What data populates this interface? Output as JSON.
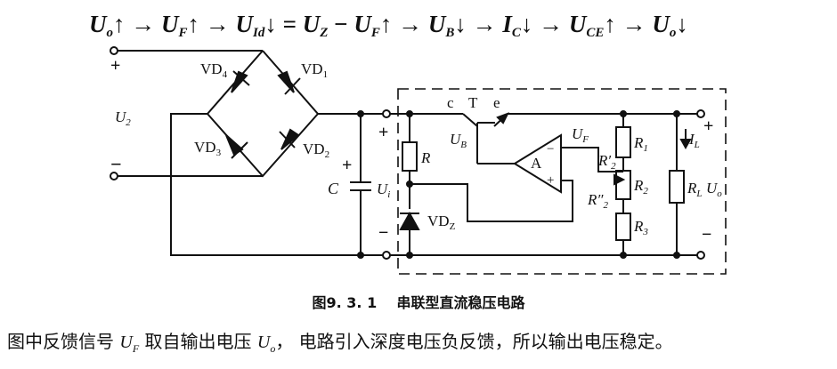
{
  "equation": "U_o ↑ → U_F ↑ → U_Id ↓ = U_Z − U_F ↑ → U_B ↓ → I_C ↓ → U_CE ↑ → U_o ↓",
  "caption": {
    "number": "图9. 3. 1",
    "title": "串联型直流稳压电路"
  },
  "note": {
    "part1": "图中反馈信号",
    "uf": "U",
    "uf_sub": "F",
    "part2": "取自输出电压",
    "uo": "U",
    "uo_sub": "o",
    "part3": "， 电路引入深度电压负反馈，所以输出电压稳定。"
  },
  "labels": {
    "input_plus": "+",
    "input_minus": "−",
    "input_voltage": "U",
    "input_voltage_sub": "2",
    "vd1": "VD",
    "vd1_sub": "1",
    "vd2": "VD",
    "vd2_sub": "2",
    "vd3": "VD",
    "vd3_sub": "3",
    "vd4": "VD",
    "vd4_sub": "4",
    "cap_c": "C",
    "cap_plus": "+",
    "ui": "U",
    "ui_sub": "i",
    "ui_plus": "+",
    "ui_minus": "−",
    "resistor_r": "R",
    "zener": "VD",
    "zener_sub": "Z",
    "tr_c": "c",
    "tr_t": "T",
    "tr_e": "e",
    "ub": "U",
    "ub_sub": "B",
    "opamp_a": "A",
    "opamp_minus": "−",
    "opamp_plus": "+",
    "uf": "U",
    "uf_sub": "F",
    "r1": "R",
    "r1_sub": "1",
    "r2": "R",
    "r2_sub": "2",
    "r3": "R",
    "r3_sub": "3",
    "r2p": "R′",
    "r2p_sub": "2",
    "r2pp": "R″",
    "r2pp_sub": "2",
    "il": "I",
    "il_sub": "L",
    "rl": "R",
    "rl_sub": "L",
    "uo": "U",
    "uo_sub": "o",
    "out_plus": "+",
    "out_minus": "−"
  }
}
